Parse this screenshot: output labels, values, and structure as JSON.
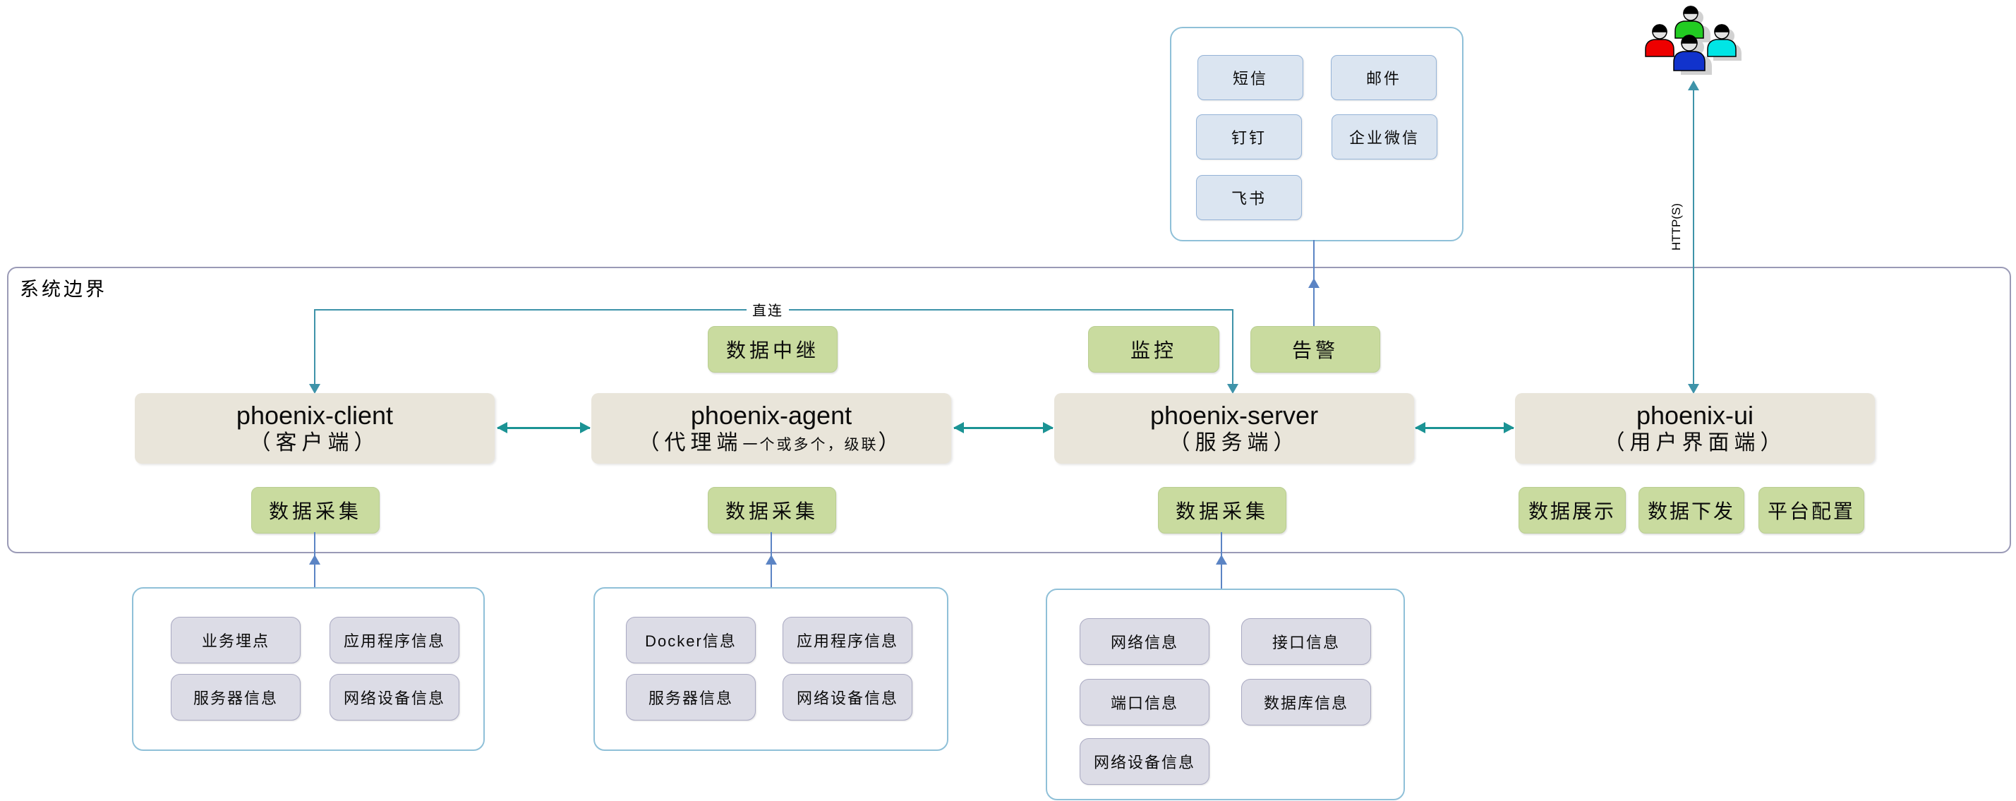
{
  "boundary": {
    "label": "系统边界"
  },
  "notifications": {
    "items": [
      "短信",
      "邮件",
      "钉钉",
      "企业微信",
      "飞书"
    ]
  },
  "users_link": {
    "label": "HTTP(S)"
  },
  "direct_link": {
    "label": "直连"
  },
  "floating_labels": {
    "relay": "数据中继",
    "monitor": "监控",
    "alert": "告警"
  },
  "components": {
    "client": {
      "title": "phoenix-client",
      "subtitle": "（客户端）",
      "collect": "数据采集"
    },
    "agent": {
      "title": "phoenix-agent",
      "subtitle_prefix": "（代理端",
      "subtitle_note": "一个或多个，级联",
      "subtitle_suffix": "）",
      "collect": "数据采集"
    },
    "server": {
      "title": "phoenix-server",
      "subtitle": "（服务端）",
      "collect": "数据采集"
    },
    "ui": {
      "title": "phoenix-ui",
      "subtitle": "（用户界面端）",
      "functions": [
        "数据展示",
        "数据下发",
        "平台配置"
      ]
    }
  },
  "sources": {
    "client": [
      "业务埋点",
      "应用程序信息",
      "服务器信息",
      "网络设备信息"
    ],
    "agent": [
      "Docker信息",
      "应用程序信息",
      "服务器信息",
      "网络设备信息"
    ],
    "server": [
      "网络信息",
      "接口信息",
      "端口信息",
      "数据库信息",
      "网络设备信息"
    ]
  },
  "colors": {
    "teal_arrow": "#1b9394",
    "bracket_line": "#3e93a9",
    "blue_line": "#5b84c4",
    "green_box": "#c9db9f",
    "main_box": "#e9e5da",
    "notify_box": "#dbe5f1",
    "info_box": "#dcdce6",
    "boundary_border": "#9a9ab6",
    "group_border": "#8fc0d8"
  }
}
